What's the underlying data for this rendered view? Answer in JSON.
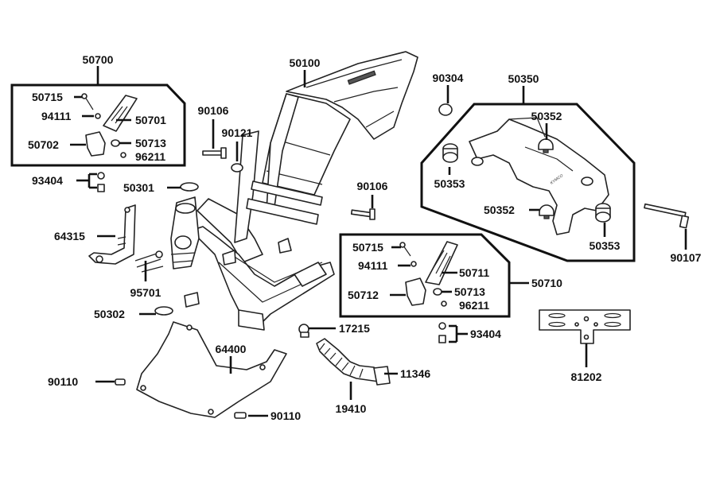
{
  "diagram": {
    "callouts": [
      {
        "id": "c50700a",
        "text": "50700"
      },
      {
        "id": "c50715a",
        "text": "50715"
      },
      {
        "id": "c94111a",
        "text": "94111"
      },
      {
        "id": "c50701",
        "text": "50701"
      },
      {
        "id": "c50702",
        "text": "50702"
      },
      {
        "id": "c50713a",
        "text": "50713"
      },
      {
        "id": "c96211a",
        "text": "96211"
      },
      {
        "id": "c93404a",
        "text": "93404"
      },
      {
        "id": "c50301",
        "text": "50301"
      },
      {
        "id": "c64315",
        "text": "64315"
      },
      {
        "id": "c95701",
        "text": "95701"
      },
      {
        "id": "c50302",
        "text": "50302"
      },
      {
        "id": "c90110a",
        "text": "90110"
      },
      {
        "id": "c64400",
        "text": "64400"
      },
      {
        "id": "c90110b",
        "text": "90110"
      },
      {
        "id": "c90106a",
        "text": "90106"
      },
      {
        "id": "c90121",
        "text": "90121"
      },
      {
        "id": "c50100",
        "text": "50100"
      },
      {
        "id": "c90106b",
        "text": "90106"
      },
      {
        "id": "c90304",
        "text": "90304"
      },
      {
        "id": "c50350",
        "text": "50350"
      },
      {
        "id": "c50352a",
        "text": "50352"
      },
      {
        "id": "c50353a",
        "text": "50353"
      },
      {
        "id": "c50352b",
        "text": "50352"
      },
      {
        "id": "c50353b",
        "text": "50353"
      },
      {
        "id": "c90107",
        "text": "90107"
      },
      {
        "id": "c50715b",
        "text": "50715"
      },
      {
        "id": "c94111b",
        "text": "94111"
      },
      {
        "id": "c50711",
        "text": "50711"
      },
      {
        "id": "c50712",
        "text": "50712"
      },
      {
        "id": "c50713b",
        "text": "50713"
      },
      {
        "id": "c96211b",
        "text": "96211"
      },
      {
        "id": "c50710",
        "text": "50710"
      },
      {
        "id": "c17215",
        "text": "17215"
      },
      {
        "id": "c93404b",
        "text": "93404"
      },
      {
        "id": "c11346",
        "text": "11346"
      },
      {
        "id": "c19410",
        "text": "19410"
      },
      {
        "id": "c81202",
        "text": "81202"
      }
    ],
    "brand_mark": "KYMCO"
  }
}
